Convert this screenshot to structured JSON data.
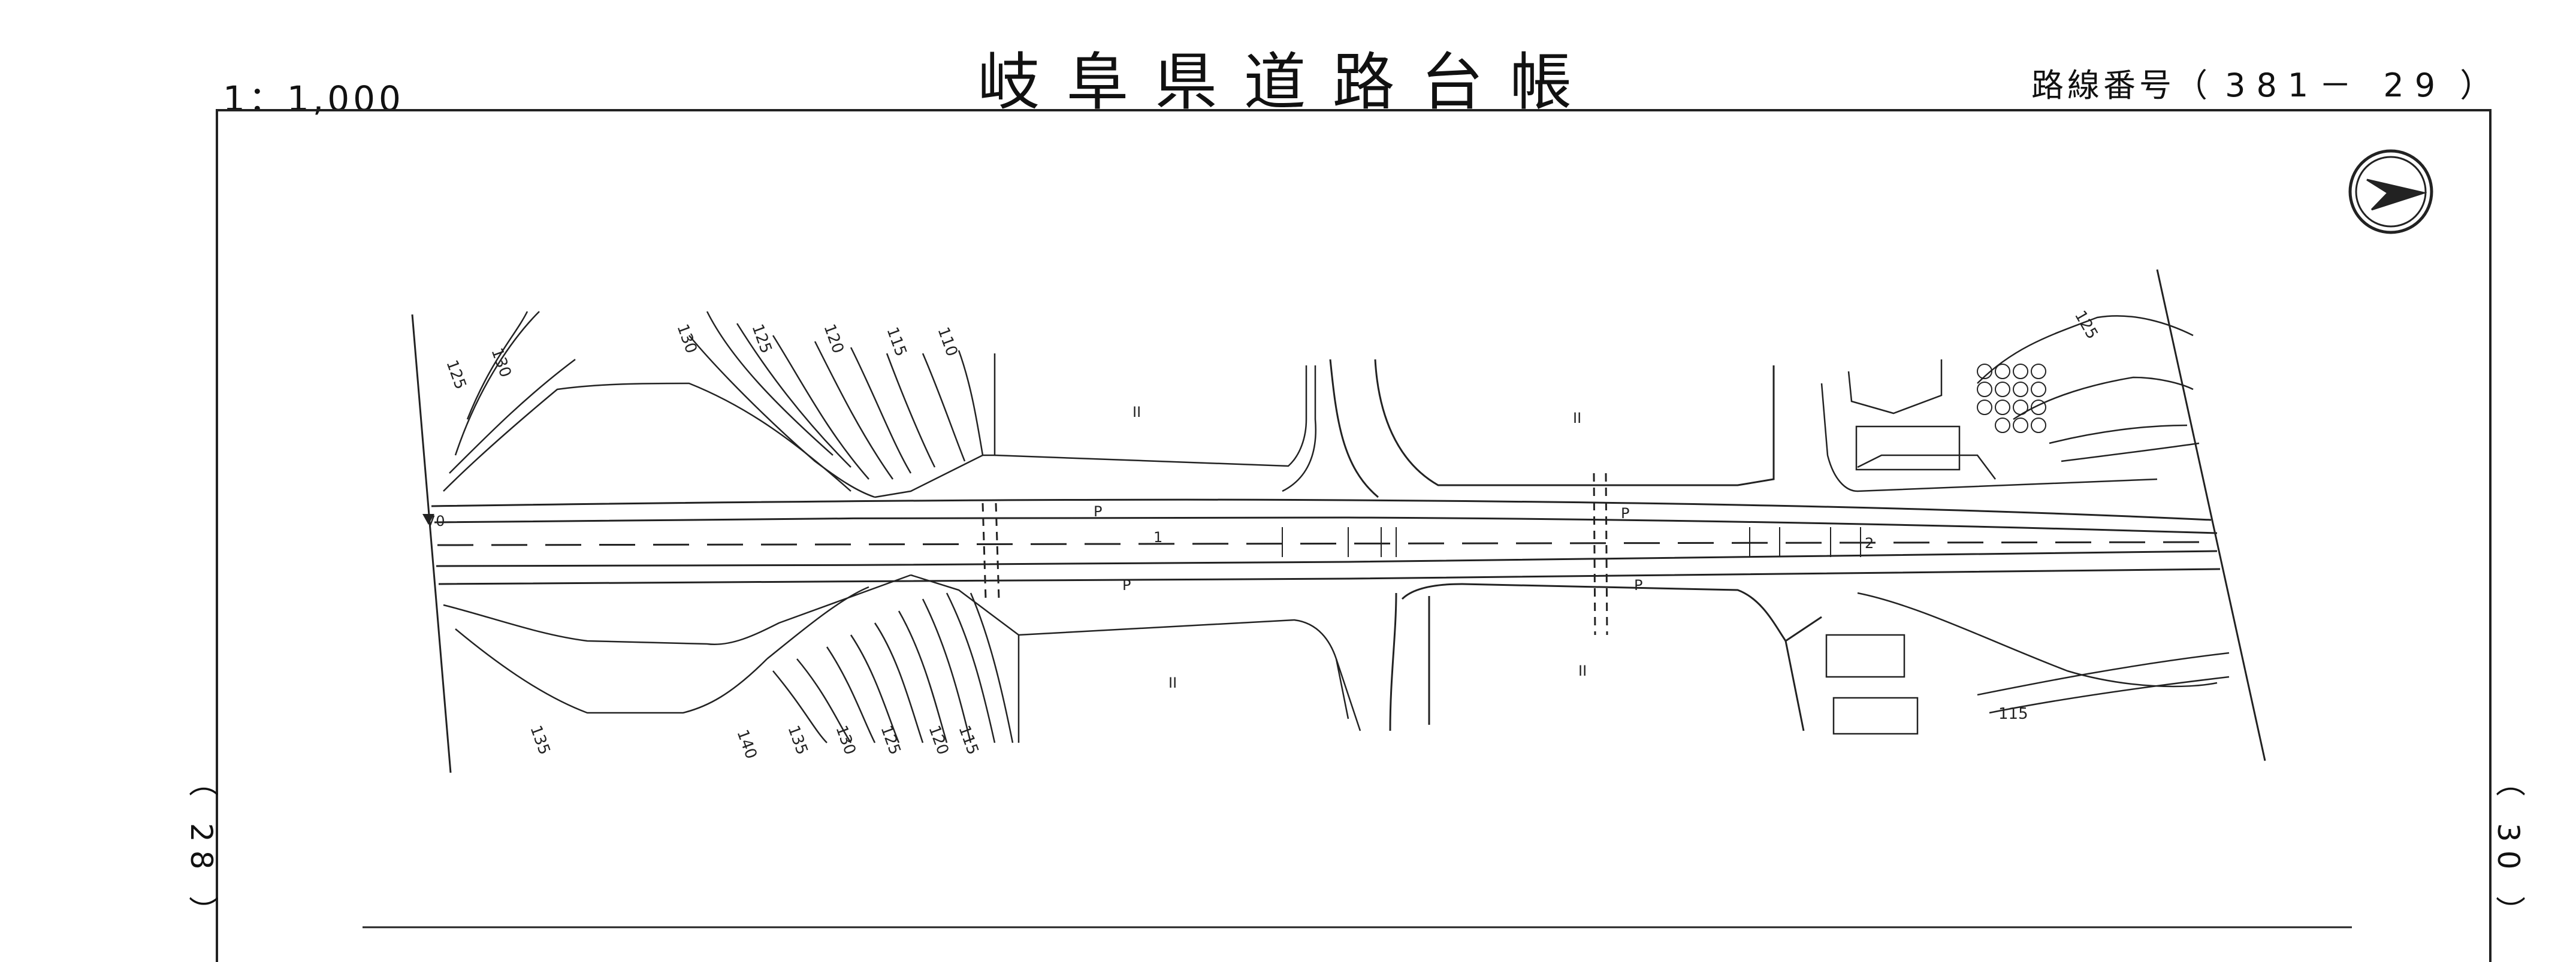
{
  "header": {
    "scale": "1：1,000",
    "title": "岐阜県道路台帳",
    "route_label": "路線番号",
    "route_number": "381－ 29"
  },
  "sheet_refs": {
    "left": "28",
    "right": "30"
  },
  "map": {
    "contours_upper_left": [
      "125",
      "130",
      "130",
      "125",
      "120",
      "115",
      "110"
    ],
    "contours_lower_left": [
      "135",
      "140",
      "135",
      "130",
      "125",
      "120",
      "115"
    ],
    "contour_upper_right": "125",
    "contour_lower_right": "115",
    "bench_mark": "70",
    "parcel_mark": "II",
    "lane_markers": [
      "1",
      "2"
    ],
    "parking_marks": [
      "P",
      "P",
      "P",
      "P"
    ]
  }
}
